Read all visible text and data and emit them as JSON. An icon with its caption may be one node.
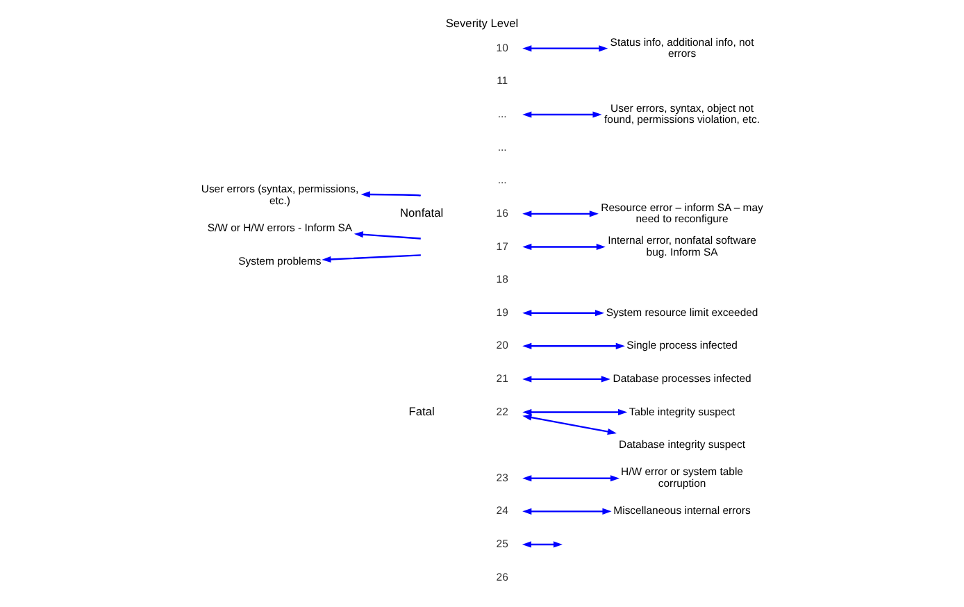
{
  "diagram": {
    "title": "Severity Level",
    "nodes": [
      {
        "text": [
          "User errors (syntax, permissions, etc.)"
        ]
      },
      {
        "text": [
          "S/W or H/W errors - Inform SA"
        ]
      },
      {
        "text": [
          "System problems"
        ]
      },
      {
        "text": [
          "10"
        ]
      },
      {
        "text": [
          "..."
        ]
      },
      {
        "text": [
          "16"
        ]
      },
      {
        "text": [
          "17"
        ]
      },
      {
        "text": [
          "19"
        ]
      },
      {
        "text": [
          "20"
        ]
      },
      {
        "text": [
          "21"
        ]
      },
      {
        "text": [
          "22"
        ]
      },
      {
        "text": [
          "23"
        ]
      },
      {
        "text": [
          "24"
        ]
      },
      {
        "text": [
          "25"
        ]
      },
      {
        "text": [
          "Status info, additional info, not errors"
        ]
      },
      {
        "text": [
          "User errors, syntax, object not found, permissions violation, etc."
        ]
      },
      {
        "text": [
          "Resource error – inform SA – may need to reconfigure"
        ]
      },
      {
        "text": [
          "Internal error, nonfatal software bug. Inform SA"
        ]
      },
      {
        "text": [
          "System resource limit exceeded"
        ]
      },
      {
        "text": [
          "Single process infected"
        ]
      },
      {
        "text": [
          "Database processes infected"
        ]
      },
      {
        "text": [
          "Table integrity suspect"
        ]
      },
      {
        "text": [
          "Database integrity suspect"
        ]
      },
      {
        "text": [
          "H/W error or system table corruption"
        ]
      },
      {
        "text": [
          "Miscellaneous internal errors"
        ]
      }
    ],
    "edges": [
      {
        "from": null,
        "to": 0,
        "arrow": "to"
      },
      {
        "from": null,
        "to": 1,
        "arrow": "to"
      },
      {
        "from": null,
        "to": 2,
        "arrow": "to"
      },
      {
        "from": 3,
        "to": 14,
        "arrow": "both"
      },
      {
        "from": 4,
        "to": 15,
        "arrow": "both"
      },
      {
        "from": 5,
        "to": 16,
        "arrow": "both"
      },
      {
        "from": 6,
        "to": 17,
        "arrow": "both"
      },
      {
        "from": 7,
        "to": 18,
        "arrow": "both"
      },
      {
        "from": 8,
        "to": 19,
        "arrow": "both"
      },
      {
        "from": 9,
        "to": 20,
        "arrow": "both"
      },
      {
        "from": 10,
        "to": 21,
        "arrow": "both"
      },
      {
        "from": 10,
        "to": 22,
        "arrow": "both"
      },
      {
        "from": 11,
        "to": 23,
        "arrow": "both"
      },
      {
        "from": 12,
        "to": 24,
        "arrow": "both"
      },
      {
        "from": 13,
        "to": null,
        "arrow": "both"
      }
    ],
    "labels": [
      "11",
      "...",
      "...",
      "Nonfatal",
      "18",
      "Fatal",
      "26"
    ]
  }
}
